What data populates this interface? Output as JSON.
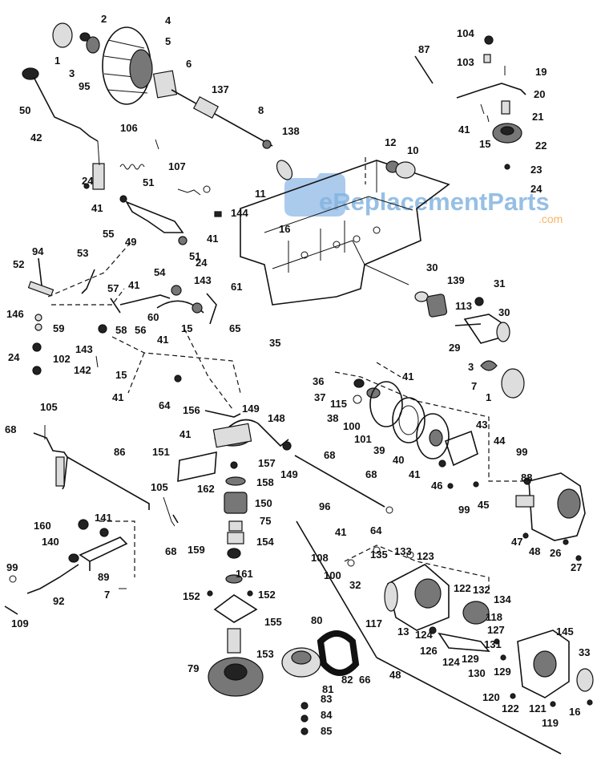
{
  "watermark": {
    "brand": "eReplacementParts",
    "domain": ".com",
    "colors": {
      "blue": "#5b9bd5",
      "orange": "#f39c34"
    }
  },
  "labels": [
    {
      "id": "l1",
      "text": "1"
    },
    {
      "id": "l2",
      "text": "2"
    },
    {
      "id": "l3",
      "text": "3"
    },
    {
      "id": "l95",
      "text": "95"
    },
    {
      "id": "l4",
      "text": "4"
    },
    {
      "id": "l5",
      "text": "5"
    },
    {
      "id": "l6",
      "text": "6"
    },
    {
      "id": "l137",
      "text": "137"
    },
    {
      "id": "l50",
      "text": "50"
    },
    {
      "id": "l42",
      "text": "42"
    },
    {
      "id": "l106",
      "text": "106"
    },
    {
      "id": "l107",
      "text": "107"
    },
    {
      "id": "l8",
      "text": "8"
    },
    {
      "id": "l138",
      "text": "138"
    },
    {
      "id": "l11",
      "text": "11"
    },
    {
      "id": "l12",
      "text": "12"
    },
    {
      "id": "l10",
      "text": "10"
    },
    {
      "id": "l87",
      "text": "87"
    },
    {
      "id": "l104",
      "text": "104"
    },
    {
      "id": "l103",
      "text": "103"
    },
    {
      "id": "l19",
      "text": "19"
    },
    {
      "id": "l20",
      "text": "20"
    },
    {
      "id": "l21",
      "text": "21"
    },
    {
      "id": "l41a",
      "text": "41"
    },
    {
      "id": "l15a",
      "text": "15"
    },
    {
      "id": "l22",
      "text": "22"
    },
    {
      "id": "l23",
      "text": "23"
    },
    {
      "id": "l24a",
      "text": "24"
    },
    {
      "id": "l24b",
      "text": "24"
    },
    {
      "id": "l41b",
      "text": "41"
    },
    {
      "id": "l51a",
      "text": "51"
    },
    {
      "id": "l144",
      "text": "144"
    },
    {
      "id": "l16a",
      "text": "16"
    },
    {
      "id": "l49",
      "text": "49"
    },
    {
      "id": "l41c",
      "text": "41"
    },
    {
      "id": "l55",
      "text": "55"
    },
    {
      "id": "l51b",
      "text": "51"
    },
    {
      "id": "l24c",
      "text": "24"
    },
    {
      "id": "l94",
      "text": "94"
    },
    {
      "id": "l53",
      "text": "53"
    },
    {
      "id": "l52",
      "text": "52"
    },
    {
      "id": "l54",
      "text": "54"
    },
    {
      "id": "l143a",
      "text": "143"
    },
    {
      "id": "l61",
      "text": "61"
    },
    {
      "id": "l57",
      "text": "57"
    },
    {
      "id": "l41d",
      "text": "41"
    },
    {
      "id": "l30a",
      "text": "30"
    },
    {
      "id": "l139",
      "text": "139"
    },
    {
      "id": "l31",
      "text": "31"
    },
    {
      "id": "l146",
      "text": "146"
    },
    {
      "id": "l59",
      "text": "59"
    },
    {
      "id": "l58",
      "text": "58"
    },
    {
      "id": "l56",
      "text": "56"
    },
    {
      "id": "l60",
      "text": "60"
    },
    {
      "id": "l15b",
      "text": "15"
    },
    {
      "id": "l65",
      "text": "65"
    },
    {
      "id": "l113",
      "text": "113"
    },
    {
      "id": "l30b",
      "text": "30"
    },
    {
      "id": "l41e",
      "text": "41"
    },
    {
      "id": "l35",
      "text": "35"
    },
    {
      "id": "l29",
      "text": "29"
    },
    {
      "id": "l24d",
      "text": "24"
    },
    {
      "id": "l102",
      "text": "102"
    },
    {
      "id": "l143b",
      "text": "143"
    },
    {
      "id": "l142",
      "text": "142"
    },
    {
      "id": "l15c",
      "text": "15"
    },
    {
      "id": "l41f",
      "text": "41"
    },
    {
      "id": "l64a",
      "text": "64"
    },
    {
      "id": "l3b",
      "text": "3"
    },
    {
      "id": "l7a",
      "text": "7"
    },
    {
      "id": "l1b",
      "text": "1"
    },
    {
      "id": "l36",
      "text": "36"
    },
    {
      "id": "l41g",
      "text": "41"
    },
    {
      "id": "l37",
      "text": "37"
    },
    {
      "id": "l115",
      "text": "115"
    },
    {
      "id": "l38",
      "text": "38"
    },
    {
      "id": "l100a",
      "text": "100"
    },
    {
      "id": "l101",
      "text": "101"
    },
    {
      "id": "l39",
      "text": "39"
    },
    {
      "id": "l40",
      "text": "40"
    },
    {
      "id": "l43",
      "text": "43"
    },
    {
      "id": "l44",
      "text": "44"
    },
    {
      "id": "l99a",
      "text": "99"
    },
    {
      "id": "l41h",
      "text": "41"
    },
    {
      "id": "l46",
      "text": "46"
    },
    {
      "id": "l99b",
      "text": "99"
    },
    {
      "id": "l45",
      "text": "45"
    },
    {
      "id": "l88",
      "text": "88"
    },
    {
      "id": "l47",
      "text": "47"
    },
    {
      "id": "l48a",
      "text": "48"
    },
    {
      "id": "l26",
      "text": "26"
    },
    {
      "id": "l27",
      "text": "27"
    },
    {
      "id": "l68a",
      "text": "68"
    },
    {
      "id": "l105a",
      "text": "105"
    },
    {
      "id": "l86",
      "text": "86"
    },
    {
      "id": "l156",
      "text": "156"
    },
    {
      "id": "l149a",
      "text": "149"
    },
    {
      "id": "l148",
      "text": "148"
    },
    {
      "id": "l41i",
      "text": "41"
    },
    {
      "id": "l151",
      "text": "151"
    },
    {
      "id": "l157",
      "text": "157"
    },
    {
      "id": "l149b",
      "text": "149"
    },
    {
      "id": "l68b",
      "text": "68"
    },
    {
      "id": "l162",
      "text": "162"
    },
    {
      "id": "l158",
      "text": "158"
    },
    {
      "id": "l105b",
      "text": "105"
    },
    {
      "id": "l150",
      "text": "150"
    },
    {
      "id": "l68c",
      "text": "68"
    },
    {
      "id": "l96",
      "text": "96"
    },
    {
      "id": "l160",
      "text": "160"
    },
    {
      "id": "l141",
      "text": "141"
    },
    {
      "id": "l75",
      "text": "75"
    },
    {
      "id": "l64b",
      "text": "64"
    },
    {
      "id": "l154",
      "text": "154"
    },
    {
      "id": "l140",
      "text": "140"
    },
    {
      "id": "l68d",
      "text": "68"
    },
    {
      "id": "l159",
      "text": "159"
    },
    {
      "id": "l41j",
      "text": "41"
    },
    {
      "id": "l108",
      "text": "108"
    },
    {
      "id": "l135",
      "text": "135"
    },
    {
      "id": "l133",
      "text": "133"
    },
    {
      "id": "l123",
      "text": "123"
    },
    {
      "id": "l100b",
      "text": "100"
    },
    {
      "id": "l32",
      "text": "32"
    },
    {
      "id": "l99c",
      "text": "99"
    },
    {
      "id": "l89",
      "text": "89"
    },
    {
      "id": "l161",
      "text": "161"
    },
    {
      "id": "l92",
      "text": "92"
    },
    {
      "id": "l7b",
      "text": "7"
    },
    {
      "id": "l152a",
      "text": "152"
    },
    {
      "id": "l152b",
      "text": "152"
    },
    {
      "id": "l122a",
      "text": "122"
    },
    {
      "id": "l132",
      "text": "132"
    },
    {
      "id": "l134",
      "text": "134"
    },
    {
      "id": "l109",
      "text": "109"
    },
    {
      "id": "l155",
      "text": "155"
    },
    {
      "id": "l117",
      "text": "117"
    },
    {
      "id": "l13",
      "text": "13"
    },
    {
      "id": "l118",
      "text": "118"
    },
    {
      "id": "l127",
      "text": "127"
    },
    {
      "id": "l124a",
      "text": "124"
    },
    {
      "id": "l126",
      "text": "126"
    },
    {
      "id": "l131",
      "text": "131"
    },
    {
      "id": "l80",
      "text": "80"
    },
    {
      "id": "l145",
      "text": "145"
    },
    {
      "id": "l153",
      "text": "153"
    },
    {
      "id": "l129a",
      "text": "129"
    },
    {
      "id": "l124b",
      "text": "124"
    },
    {
      "id": "l130",
      "text": "130"
    },
    {
      "id": "l129b",
      "text": "129"
    },
    {
      "id": "l33",
      "text": "33"
    },
    {
      "id": "l79",
      "text": "79"
    },
    {
      "id": "l81",
      "text": "81"
    },
    {
      "id": "l82",
      "text": "82"
    },
    {
      "id": "l66",
      "text": "66"
    },
    {
      "id": "l48b",
      "text": "48"
    },
    {
      "id": "l120",
      "text": "120"
    },
    {
      "id": "l122b",
      "text": "122"
    },
    {
      "id": "l121",
      "text": "121"
    },
    {
      "id": "l16b",
      "text": "16"
    },
    {
      "id": "l119",
      "text": "119"
    },
    {
      "id": "l83",
      "text": "83"
    },
    {
      "id": "l84",
      "text": "84"
    },
    {
      "id": "l85",
      "text": "85"
    }
  ]
}
